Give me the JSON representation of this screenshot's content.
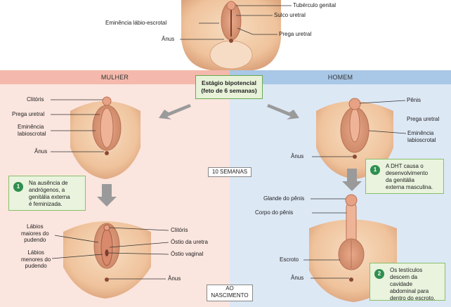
{
  "top": {
    "labels": {
      "tuberculo": "Tubérculo genital",
      "sulco": "Sulco uretral",
      "eminencia": "Eminência lábio-escrotal",
      "prega": "Prega uretral",
      "anus": "Ânus"
    },
    "center_box": {
      "line1": "Estágio bipotencial",
      "line2": "(feto de 6 semanas)"
    }
  },
  "female": {
    "header": "MULHER",
    "labels": {
      "clitoris": "Clitóris",
      "prega_uretral": "Prega uretral",
      "eminencia_l1": "Eminência",
      "eminencia_l2": "labioscrotal",
      "anus": "Ânus",
      "labios_maiores_l1": "Lábios",
      "labios_maiores_l2": "maiores do",
      "labios_maiores_l3": "pudendo",
      "labios_menores_l1": "Lábios",
      "labios_menores_l2": "menores do",
      "labios_menores_l3": "pudendo",
      "clitoris_birth": "Clitóris",
      "ostio_uretra": "Óstio da uretra",
      "ostio_vaginal": "Óstio vaginal",
      "anus_birth": "Ânus"
    },
    "note": {
      "number": "1",
      "l1": "Na ausência de",
      "l2": "andrógenos, a",
      "l3": "genitália externa",
      "l4": "é feminizada."
    }
  },
  "male": {
    "header": "HOMEM",
    "labels": {
      "penis": "Pênis",
      "prega_uretral": "Prega uretral",
      "eminencia_l1": "Eminência",
      "eminencia_l2": "labioscrotal",
      "anus": "Ânus",
      "glande": "Glande do pênis",
      "corpo": "Corpo do pênis",
      "escroto": "Escroto",
      "anus_birth": "Ânus"
    },
    "note1": {
      "number": "1",
      "l1": "A DHT causa o",
      "l2": "desenvolvimento",
      "l3": "da genitália",
      "l4": "externa masculina."
    },
    "note2": {
      "number": "2",
      "l1": "Os testículos",
      "l2": "descem da cavidade",
      "l3": "abdominal para",
      "l4": "dentro do escroto."
    }
  },
  "stages": {
    "ten_weeks": "10 SEMANAS",
    "birth_l1": "AO",
    "birth_l2": "NASCIMENTO"
  },
  "colors": {
    "female_bg": "#fbe5df",
    "female_header": "#f4b9ac",
    "male_bg": "#dde8f5",
    "male_header": "#a9c7e6",
    "note_bg": "#e9f3de",
    "note_badge": "#2f8f4f",
    "skin": "#f2c9a3",
    "arrow": "#9a9a9a"
  }
}
